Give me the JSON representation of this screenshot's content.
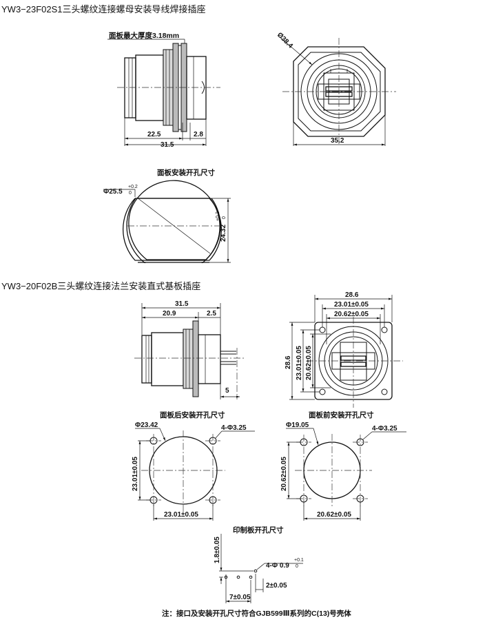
{
  "section1": {
    "title": "YW3−23F02S1三头螺纹连接螺母安装导线焊接插座",
    "panel_thickness": "面板最大厚度3.18mm",
    "dim_22_5": "22.5",
    "dim_2_8": "2.8",
    "dim_31_5": "31.5",
    "dim_diam_38_4": "Ø38.4",
    "dim_35_2": "35.2",
    "cutout_title": "面板安装开孔尺寸",
    "cutout_diam": "Φ25.5",
    "cutout_diam_tol_upper": "+0.2",
    "cutout_diam_tol_lower": "0",
    "cutout_flat": "24.32",
    "cutout_flat_tol_upper": "+0.2",
    "cutout_flat_tol_lower": "0"
  },
  "section2": {
    "title": "YW3−20F02B三头螺纹连接法兰安装直式基板插座",
    "dim_31_5": "31.5",
    "dim_20_9": "20.9",
    "dim_2_5": "2.5",
    "dim_5": "5",
    "dim_28_6_h": "28.6",
    "dim_23_01_h": "23.01±0.05",
    "dim_20_62_h": "20.62±0.05",
    "dim_28_6_v": "28.6",
    "dim_23_01_v": "23.01±0.05",
    "dim_20_62_v": "20.62±0.05",
    "rear_title": "面板后安装开孔尺寸",
    "rear_diam": "Φ23.42",
    "rear_holes": "4-Φ3.25",
    "rear_v": "23.01±0.05",
    "rear_h": "23.01±0.05",
    "front_title": "面板前安装开孔尺寸",
    "front_diam": "Φ19.05",
    "front_holes": "4-Φ3.25",
    "front_v": "20.62±0.05",
    "front_h": "20.62±0.05",
    "pcb_title": "印制板开孔尺寸",
    "pcb_1_8": "1.8±0.05",
    "pcb_holes": "4-Φ 0.9",
    "pcb_holes_tol_upper": "+0.1",
    "pcb_holes_tol_lower": "0",
    "pcb_7": "7±0.05",
    "pcb_2": "2±0.05"
  },
  "note": "注：接口及安装开孔尺寸符合GJB599Ⅲ系列的C(13)号壳体"
}
